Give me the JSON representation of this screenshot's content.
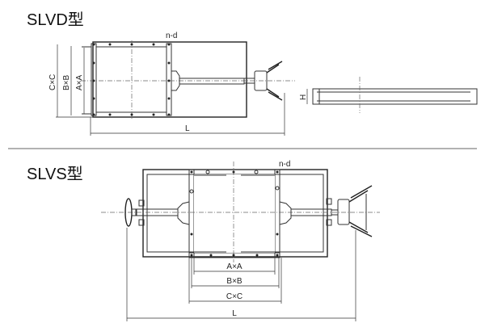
{
  "top_diagram": {
    "title": "SLVD型",
    "labels": {
      "holes": "n-d",
      "outer": "C×C",
      "middle": "B×B",
      "inner": "A×A",
      "length": "L",
      "height": "H"
    }
  },
  "bottom_diagram": {
    "title": "SLVS型",
    "labels": {
      "holes": "n-d",
      "inner": "A×A",
      "middle": "B×B",
      "outer": "C×C",
      "length": "L"
    }
  }
}
